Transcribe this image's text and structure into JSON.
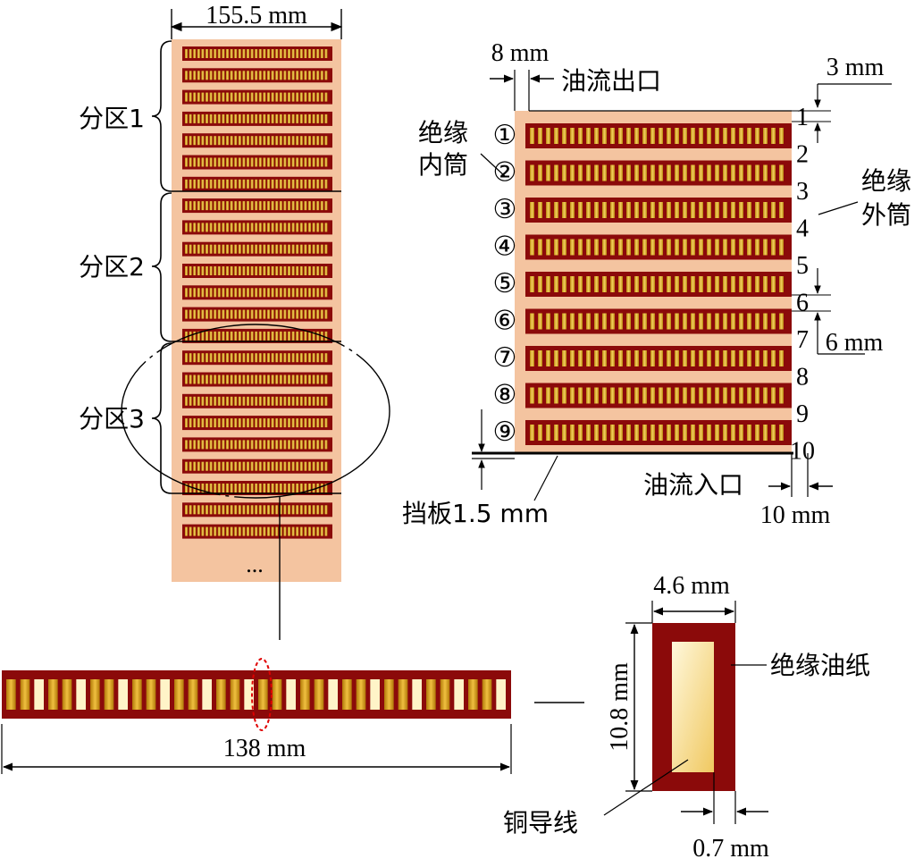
{
  "colors": {
    "background_panel": "#F4C4A0",
    "conductor_frame": "#8B0A0A",
    "copper_dark": "#B8860B",
    "copper_light": "#F5D060",
    "insulation_paper": "#FFF4C8",
    "line": "#000000",
    "highlight_dashed": "#E00000"
  },
  "left_panel": {
    "width_label": "155.5 mm",
    "zone_labels": [
      "分区1",
      "分区2",
      "分区3"
    ],
    "ellipsis": "...",
    "disc_count": 23
  },
  "right_panel": {
    "top_gap_label": "8 mm",
    "oil_outlet_label": "油流出口",
    "top_thickness_label": "3 mm",
    "inner_cylinder_label_line1": "绝缘",
    "inner_cylinder_label_line2": "内筒",
    "outer_cylinder_label_line1": "绝缘",
    "outer_cylinder_label_line2": "外筒",
    "disc_circle_labels": [
      "①",
      "②",
      "③",
      "④",
      "⑤",
      "⑥",
      "⑦",
      "⑧",
      "⑨"
    ],
    "channel_labels": [
      "1",
      "2",
      "3",
      "4",
      "5",
      "6",
      "7",
      "8",
      "9",
      "10"
    ],
    "channel_height_label": "6 mm",
    "baffle_label": "挡板1.5 mm",
    "oil_inlet_label": "油流入口",
    "bottom_gap_label": "10 mm"
  },
  "bottom_left": {
    "length_label": "138 mm",
    "strand_count": 36
  },
  "bottom_right": {
    "width_label": "4.6 mm",
    "height_label": "10.8 mm",
    "paper_label": "绝缘油纸",
    "wire_label": "铜导线",
    "paper_thickness_label": "0.7 mm"
  }
}
